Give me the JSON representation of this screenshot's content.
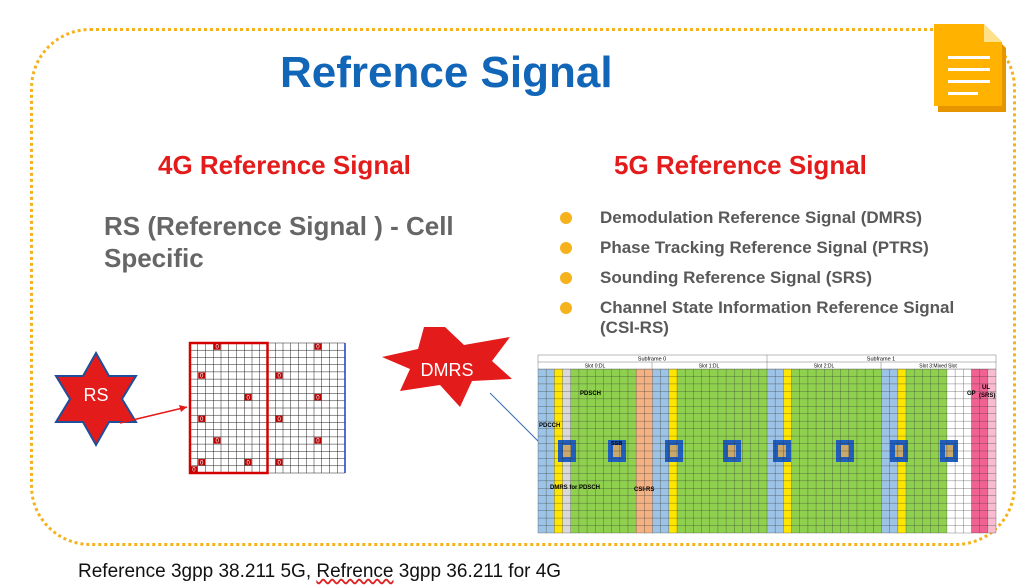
{
  "title": "Refrence Signal",
  "left": {
    "heading": "4G Reference Signal",
    "description": "RS (Reference Signal ) - Cell Specific",
    "star_label": "RS",
    "cell_label": "0"
  },
  "right": {
    "heading": "5G Reference Signal",
    "bullets": [
      "Demodulation Reference Signal (DMRS)",
      "Phase Tracking Reference Signal (PTRS)",
      "Sounding Reference Signal (SRS)",
      "Channel State Information Reference Signal (CSI-RS)"
    ],
    "burst_label": "DMRS",
    "grid": {
      "subframe0": "Subframe 0",
      "subframe1": "Subframe 1",
      "slot0": "Slot 0:DL",
      "slot1": "Slot 1:DL",
      "slot2": "Slot 2:DL",
      "slot3": "Slot 3:Mixed Slot",
      "pdsch": "PDSCH",
      "pdcch": "PDCCH",
      "ssb": "SSB",
      "dmrs_for_pdsch": "DMRS for PDSCH",
      "csi_rs": "CSI-RS",
      "gp": "GP",
      "ul": "UL",
      "srs": "(SRS)"
    }
  },
  "footer": {
    "part1": "Reference 3gpp 38.211 5G,  ",
    "part2": "Refrence",
    "part3": " 3gpp 36.211 for 4G"
  },
  "colors": {
    "accent_blue": "#1266b8",
    "heading_red": "#e31b1b",
    "bullet_yellow": "#f5b21c",
    "pdsch_green": "#8fd14f",
    "dmrs_yellow": "#ffe600",
    "pdcch_blue": "#9dc3e6"
  }
}
